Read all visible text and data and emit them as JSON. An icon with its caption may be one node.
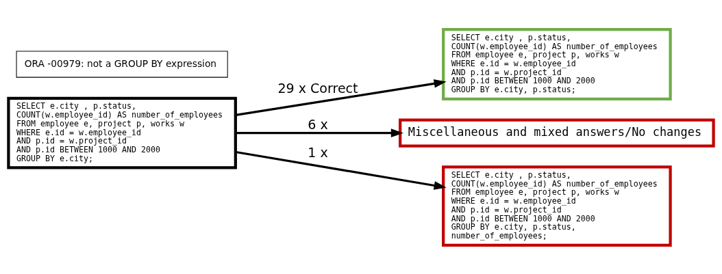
{
  "diagram": {
    "nodes": [
      {
        "text": [
          "SELECT e.city , p.status,",
          "COUNT(w.employee_id) AS number_of_employees",
          "FROM employee e, project p, works w",
          "WHERE e.id = w.employee_id",
          "AND p.id = w.project_id",
          "AND p.id BETWEEN 1000 AND 2000",
          "GROUP BY e.city;"
        ]
      },
      {
        "text": [
          "SELECT e.city , p.status,",
          "COUNT(w.employee_id) AS number_of_employees",
          "FROM employee e, project p, works w",
          "WHERE e.id = w.employee_id",
          "AND p.id = w.project_id",
          "AND p.id BETWEEN 1000 AND 2000",
          "GROUP BY e.city, p.status;"
        ]
      },
      {
        "text": [
          "Miscellaneous and mixed answers/No changes"
        ]
      },
      {
        "text": [
          "SELECT e.city , p.status,",
          "COUNT(w.employee_id) AS number_of_employees",
          "FROM employee e, project p, works w",
          "WHERE e.id = w.employee_id",
          "AND p.id = w.project_id",
          "AND p.id BETWEEN 1000 AND 2000",
          "GROUP BY e.city, p.status,",
          "number_of_employees;"
        ]
      },
      {
        "text": [
          "ORA -00979: not a GROUP BY expression"
        ]
      }
    ],
    "edges": [
      {
        "from": 0,
        "to": 1,
        "arrow": "to",
        "label": "29 x Correct"
      },
      {
        "from": 0,
        "to": 2,
        "arrow": "to",
        "label": "6 x"
      },
      {
        "from": 0,
        "to": 3,
        "arrow": "to",
        "label": "1 x"
      }
    ]
  }
}
